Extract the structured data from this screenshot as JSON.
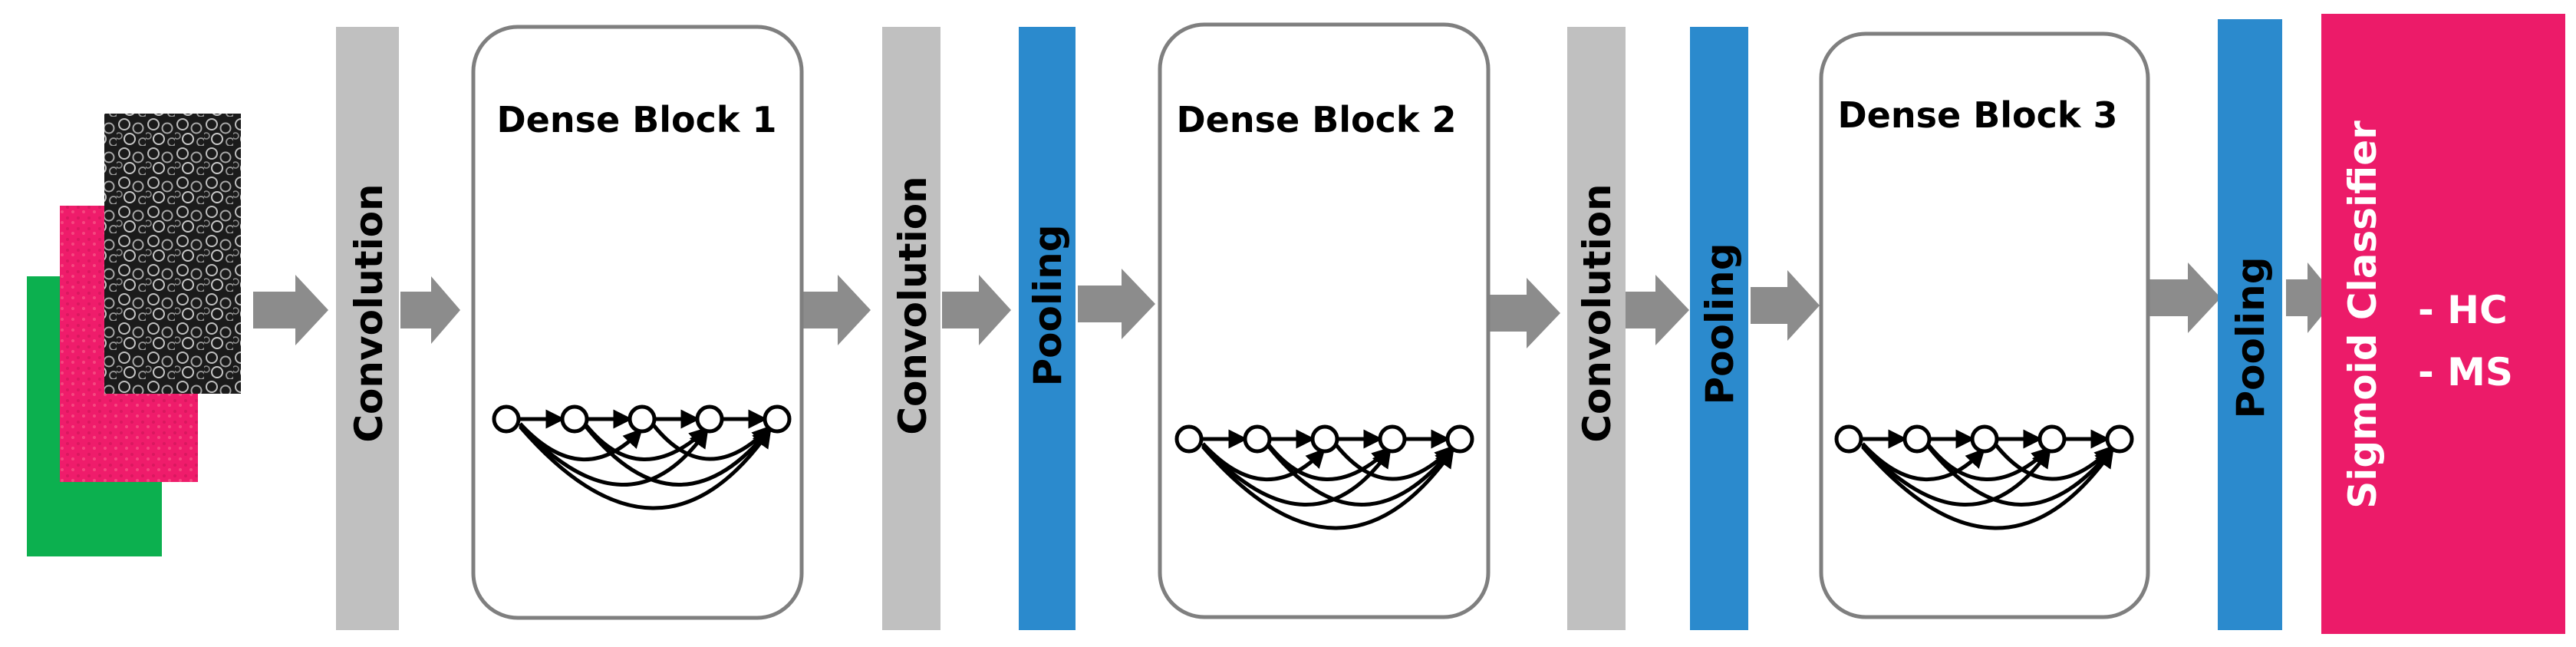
{
  "layers": {
    "conv1": "Convolution",
    "conv2": "Convolution",
    "conv3": "Convolution",
    "pool1": "Pooling",
    "pool2": "Pooling",
    "pool3": "Pooling",
    "classifier": "Sigmoid Classifier"
  },
  "blocks": {
    "b1": "Dense Block 1",
    "b2": "Dense Block 2",
    "b3": "Dense Block 3"
  },
  "classes": {
    "c1": "- HC",
    "c2": "- MS"
  },
  "colors": {
    "conv": "#c0c0c0",
    "pool": "#2b8acd",
    "classifier": "#ec1b69",
    "arrow": "#8c8c8c",
    "green_image": "#0cb04f",
    "pink_image": "#ef1c6b"
  }
}
